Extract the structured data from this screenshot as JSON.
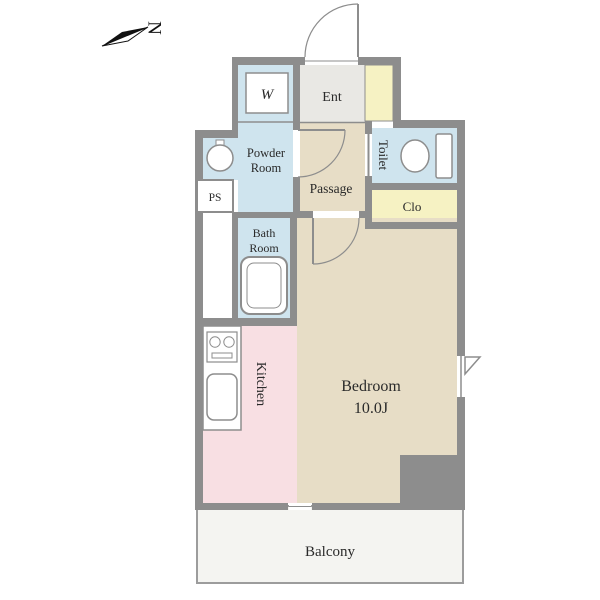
{
  "compass": {
    "north_label": "N"
  },
  "rooms": {
    "w": {
      "label": "W"
    },
    "ent": {
      "label": "Ent"
    },
    "powder": {
      "line1": "Powder",
      "line2": "Room"
    },
    "toilet": {
      "label": "Toilet"
    },
    "ps": {
      "label": "PS"
    },
    "passage": {
      "label": "Passage"
    },
    "clo": {
      "label": "Clo"
    },
    "bath": {
      "line1": "Bath",
      "line2": "Room"
    },
    "kitchen": {
      "label": "Kitchen"
    },
    "bedroom": {
      "line1": "Bedroom",
      "line2": "10.0J"
    },
    "balcony": {
      "label": "Balcony"
    }
  },
  "colors": {
    "wall": "#8d8d8d",
    "floor_beige": "#e7ddc6",
    "wet_blue": "#cfe4ee",
    "closet_yellow": "#f6f2c3",
    "kitchen_pink": "#f8dfe3",
    "entry_gray": "#e9e8e4",
    "balcony_fill": "#f4f4f1",
    "balcony_border": "#9c9c9c",
    "fixture_white": "#ffffff",
    "text": "#2a2a2a",
    "compass_black": "#111111"
  }
}
